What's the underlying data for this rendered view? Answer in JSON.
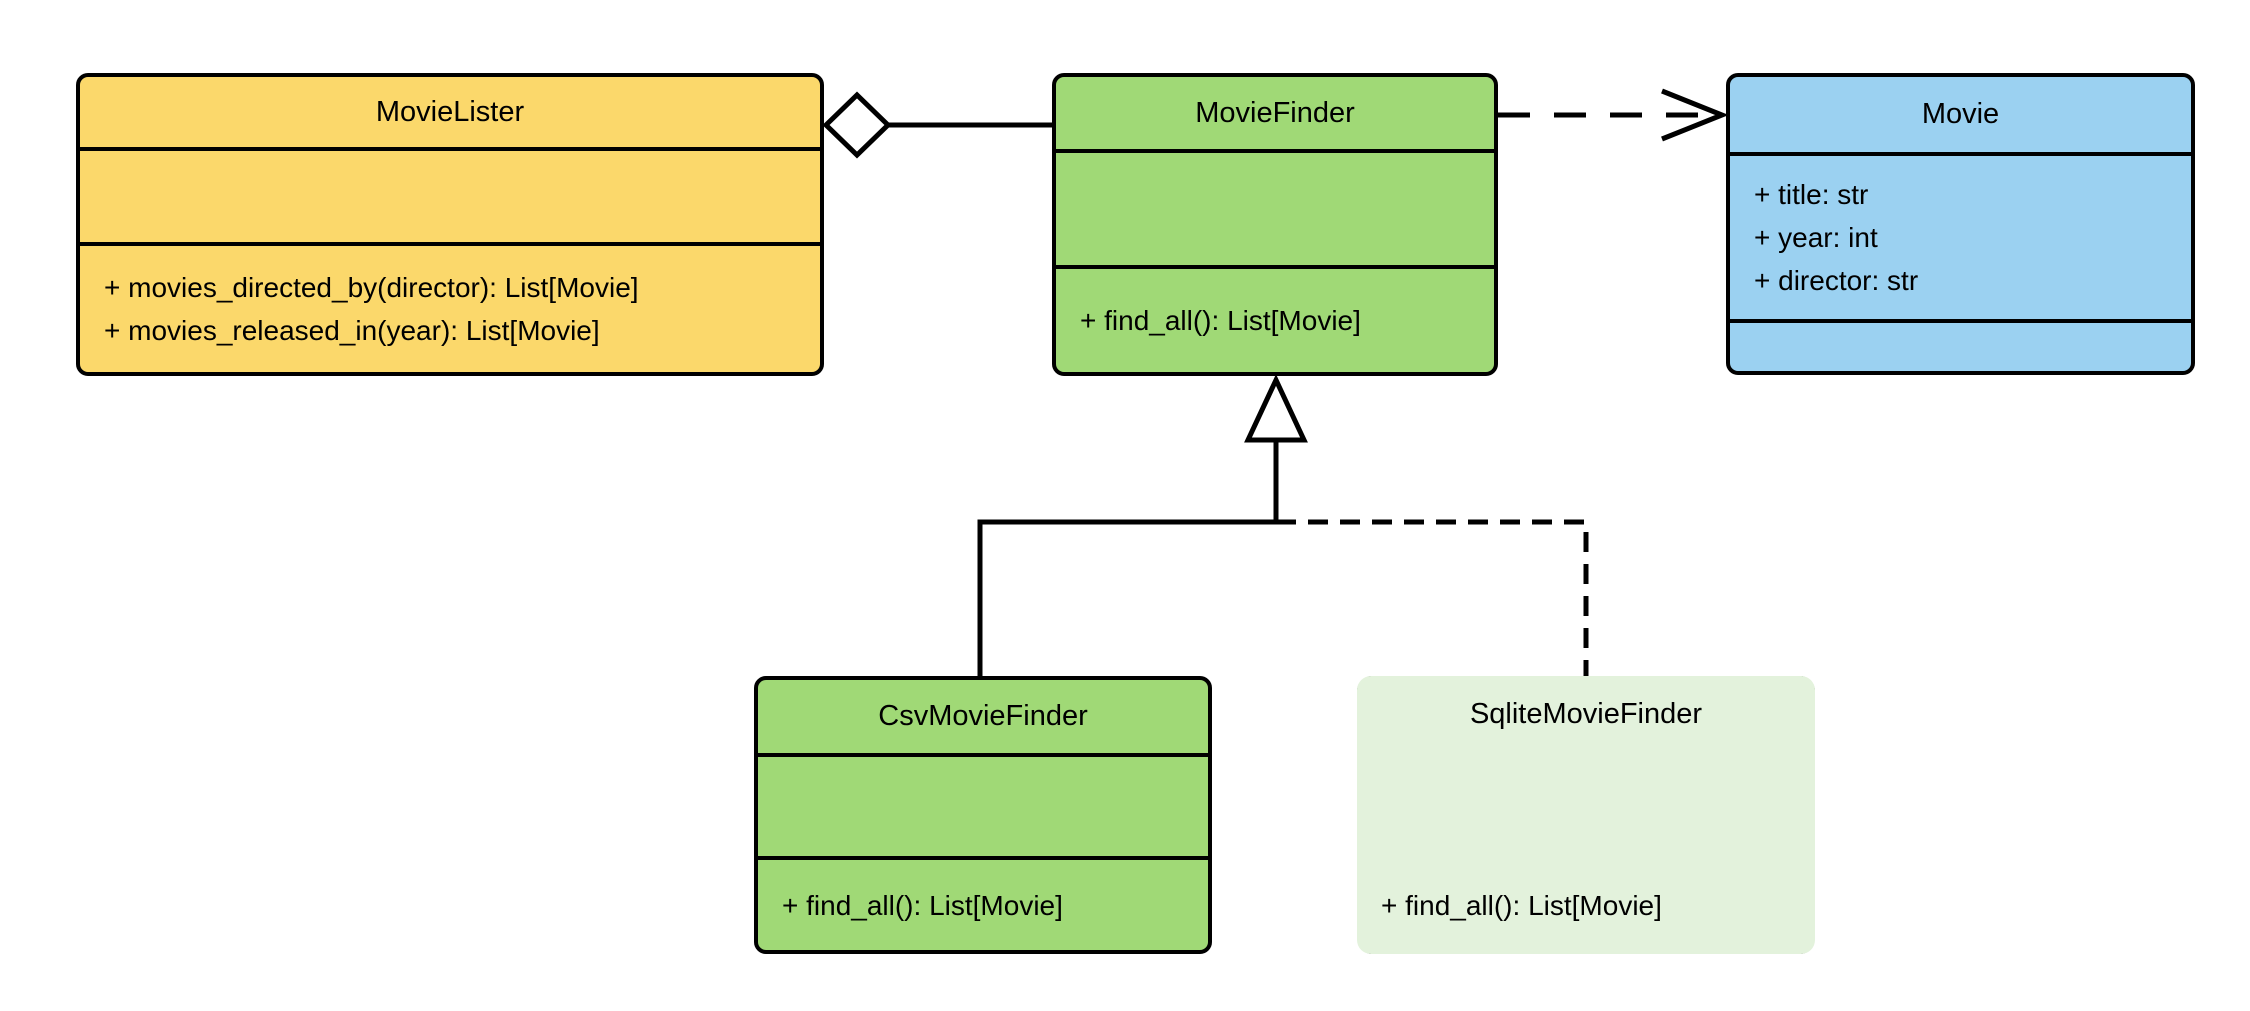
{
  "diagram": {
    "kind": "UML class diagram",
    "background": "#FFFFFF",
    "line_color": "#000000",
    "classes": [
      {
        "name": "MovieLister",
        "fill": "#FBD86B",
        "border_style": "solid",
        "attributes": [],
        "methods": [
          "+ movies_directed_by(director): List[Movie]",
          "+ movies_released_in(year): List[Movie]"
        ]
      },
      {
        "name": "MovieFinder",
        "fill": "#A0D976",
        "border_style": "solid",
        "attributes": [],
        "methods": [
          "+ find_all(): List[Movie]"
        ]
      },
      {
        "name": "Movie",
        "fill": "#9BD1F1",
        "border_style": "solid",
        "attributes": [
          "+ title: str",
          "+ year: int",
          "+ director: str"
        ],
        "methods": []
      },
      {
        "name": "CsvMovieFinder",
        "fill": "#A0D976",
        "border_style": "solid",
        "attributes": [],
        "methods": [
          "+ find_all(): List[Movie]"
        ]
      },
      {
        "name": "SqliteMovieFinder",
        "fill": "#E3F2DC",
        "border_style": "dashed",
        "attributes": [],
        "methods": [
          "+ find_all(): List[Movie]"
        ]
      }
    ],
    "relationships": [
      {
        "type": "aggregation",
        "from": "MovieLister",
        "to": "MovieFinder",
        "line": "solid",
        "marker": "hollow diamond at MovieLister"
      },
      {
        "type": "dependency",
        "from": "MovieFinder",
        "to": "Movie",
        "line": "dashed",
        "marker": "open arrow at Movie"
      },
      {
        "type": "generalization",
        "from": "CsvMovieFinder",
        "to": "MovieFinder",
        "line": "solid",
        "marker": "hollow triangle at MovieFinder"
      },
      {
        "type": "generalization",
        "from": "SqliteMovieFinder",
        "to": "MovieFinder",
        "line": "dashed",
        "marker": "hollow triangle at MovieFinder"
      }
    ]
  }
}
